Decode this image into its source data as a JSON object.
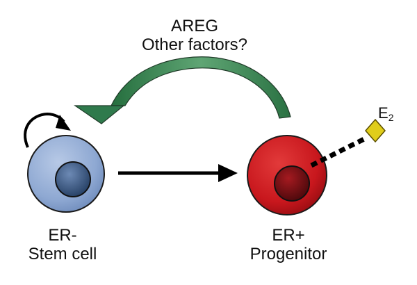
{
  "feedback": {
    "line1": "AREG",
    "line2": "Other factors?"
  },
  "stem_cell": {
    "line1": "ER-",
    "line2": "Stem cell"
  },
  "progenitor": {
    "line1": "ER+",
    "line2": "Progenitor"
  },
  "ligand": {
    "symbol": "E",
    "subscript": "2"
  },
  "colors": {
    "stem_cell_fill": "#8ea8d2",
    "stem_nucleus_fill": "#3d5a82",
    "progenitor_fill": "#c8171d",
    "progenitor_nucleus_fill": "#6b0f13",
    "feedback_arrow": "#2f7a4c",
    "ligand": "#e0cd1a",
    "arrows": "#000000"
  }
}
